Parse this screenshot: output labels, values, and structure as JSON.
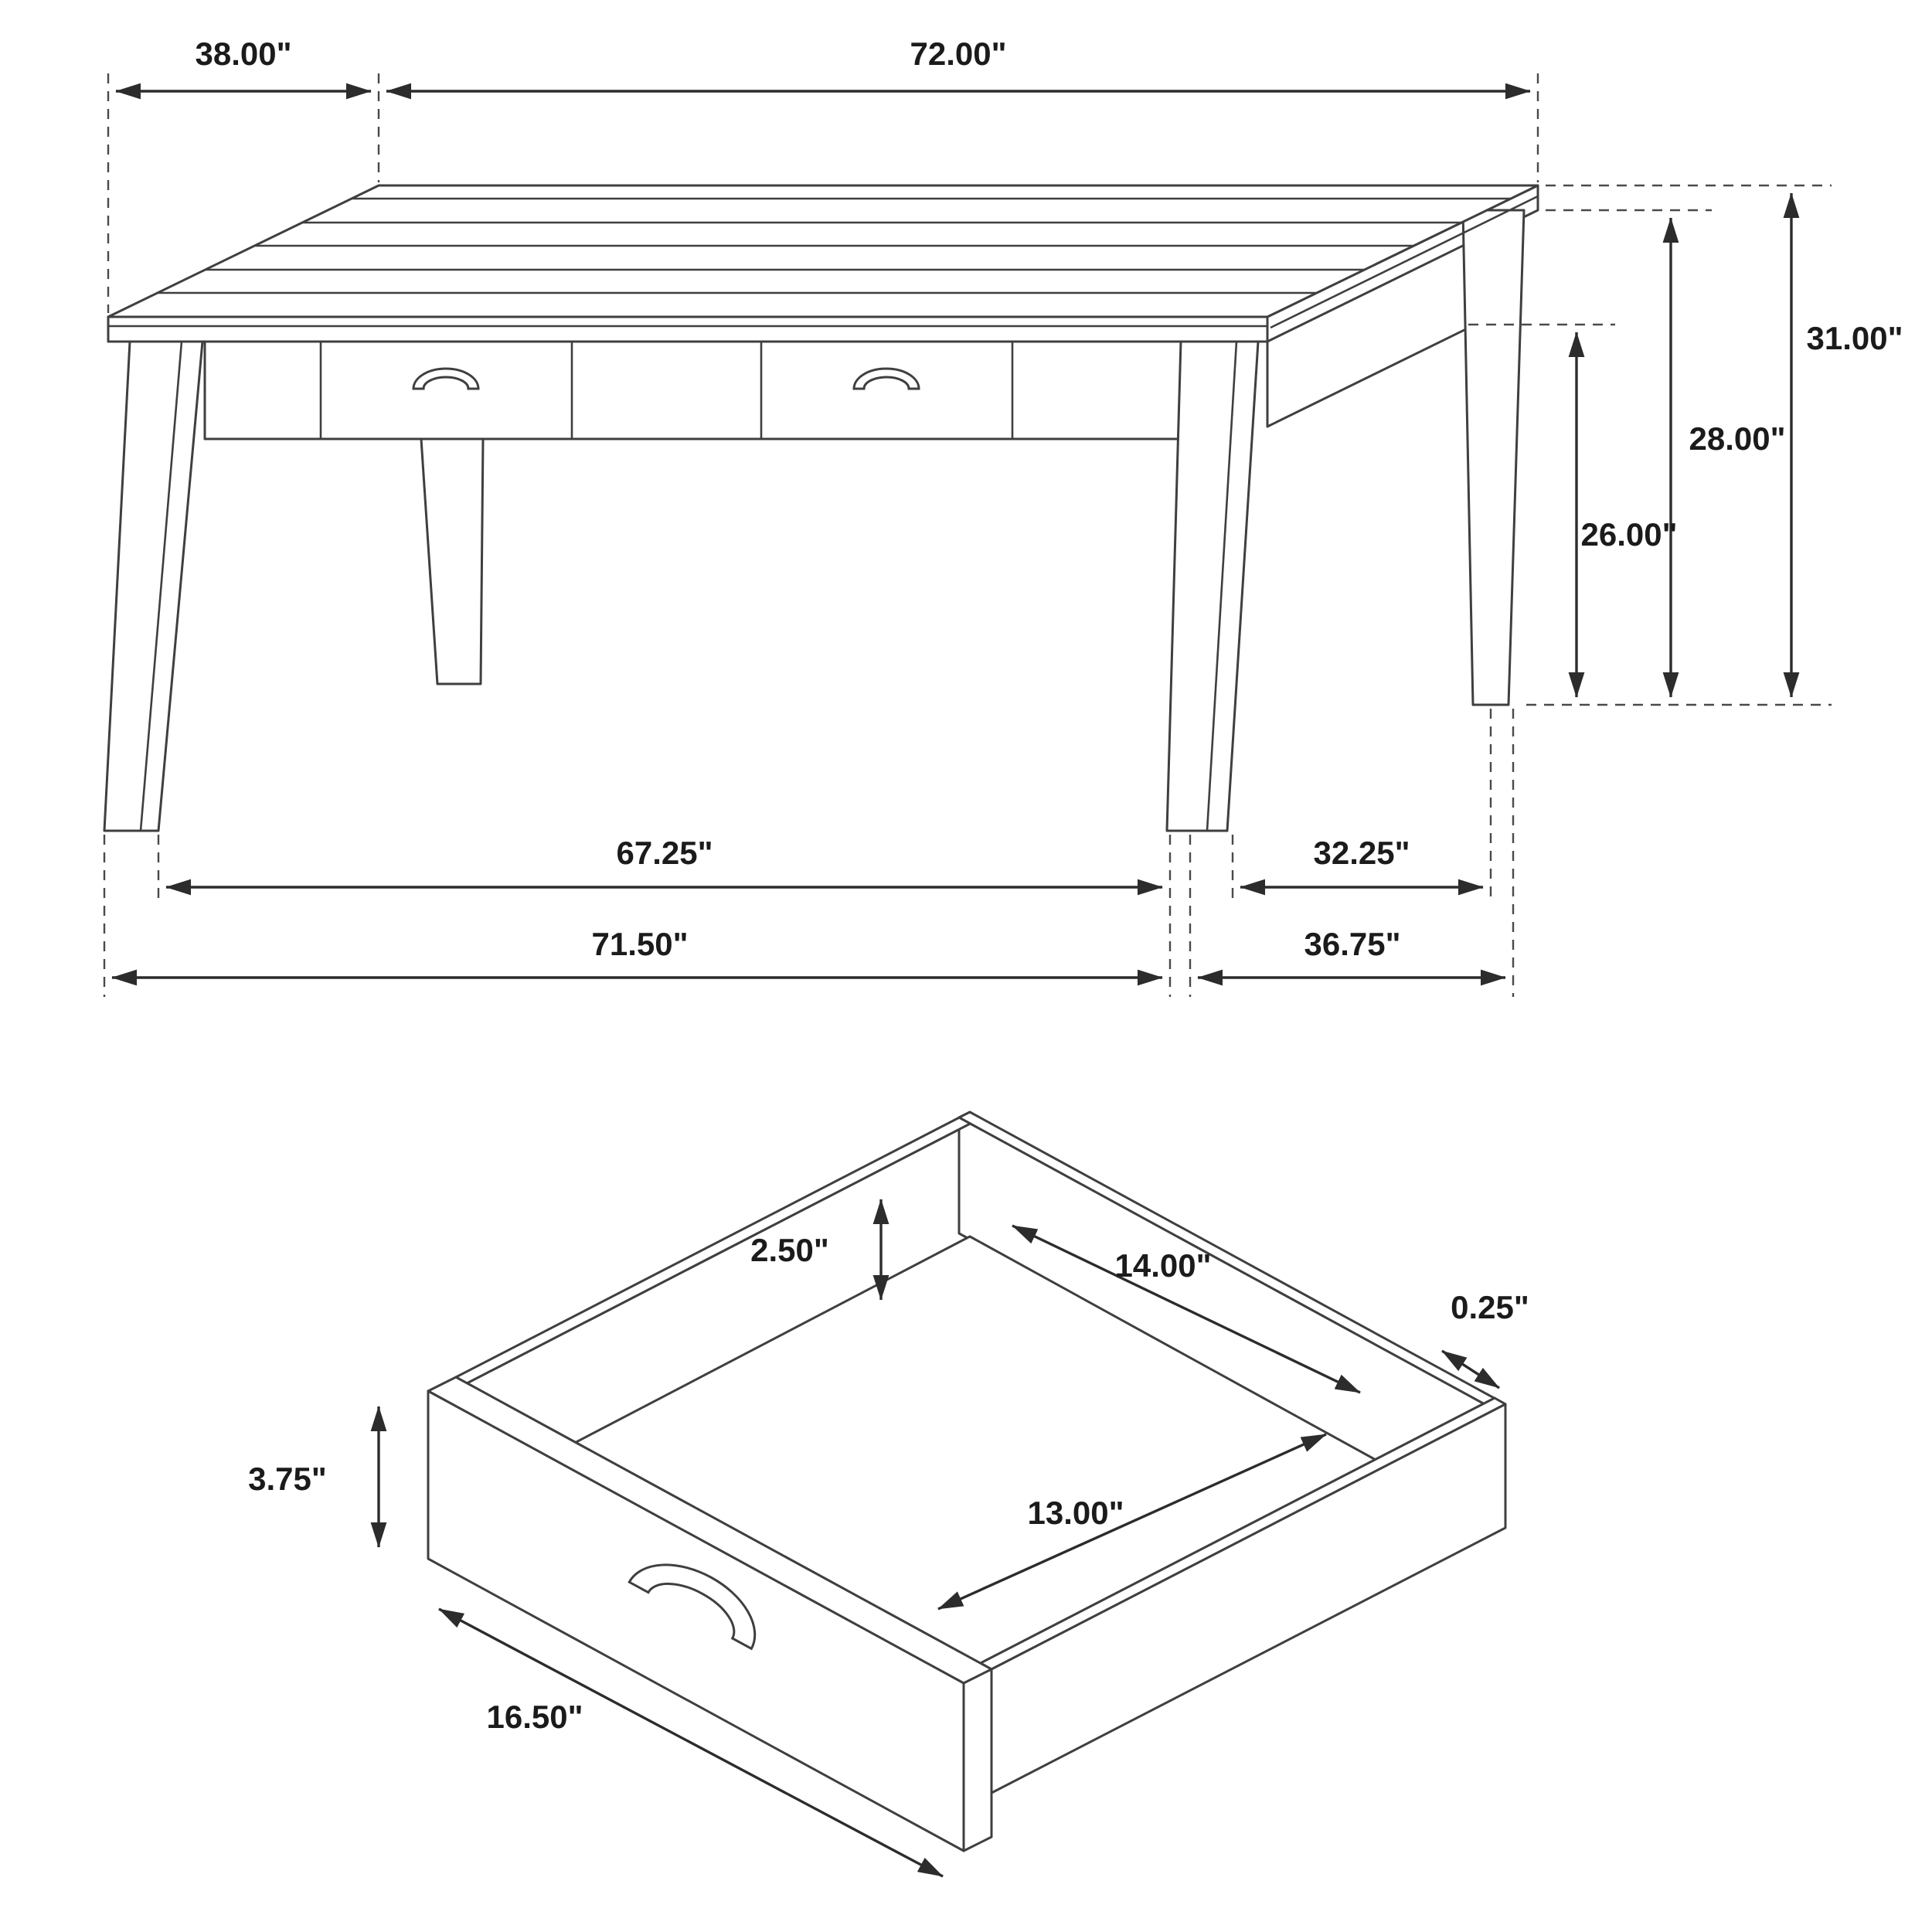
{
  "diagram": {
    "background": "#ffffff",
    "line_color": "#3f3f3f",
    "views": {
      "table": {
        "title": "dining-table-with-drawers-dimension-view",
        "dims": {
          "top_depth": "38.00\"",
          "top_width": "72.00\"",
          "height_total": "31.00\"",
          "height_to_top": "28.00\"",
          "clearance": "26.00\"",
          "inner_leg_span_width": "67.25\"",
          "inner_leg_span_depth": "32.25\"",
          "outer_leg_span_width": "71.50\"",
          "outer_leg_span_depth": "36.75\""
        }
      },
      "drawer": {
        "title": "drawer-dimension-view",
        "dims": {
          "inner_height": "2.50\"",
          "inner_depth": "14.00\"",
          "wall_thickness": "0.25\"",
          "front_height": "3.75\"",
          "inner_width": "13.00\"",
          "front_width": "16.50\""
        }
      }
    }
  }
}
